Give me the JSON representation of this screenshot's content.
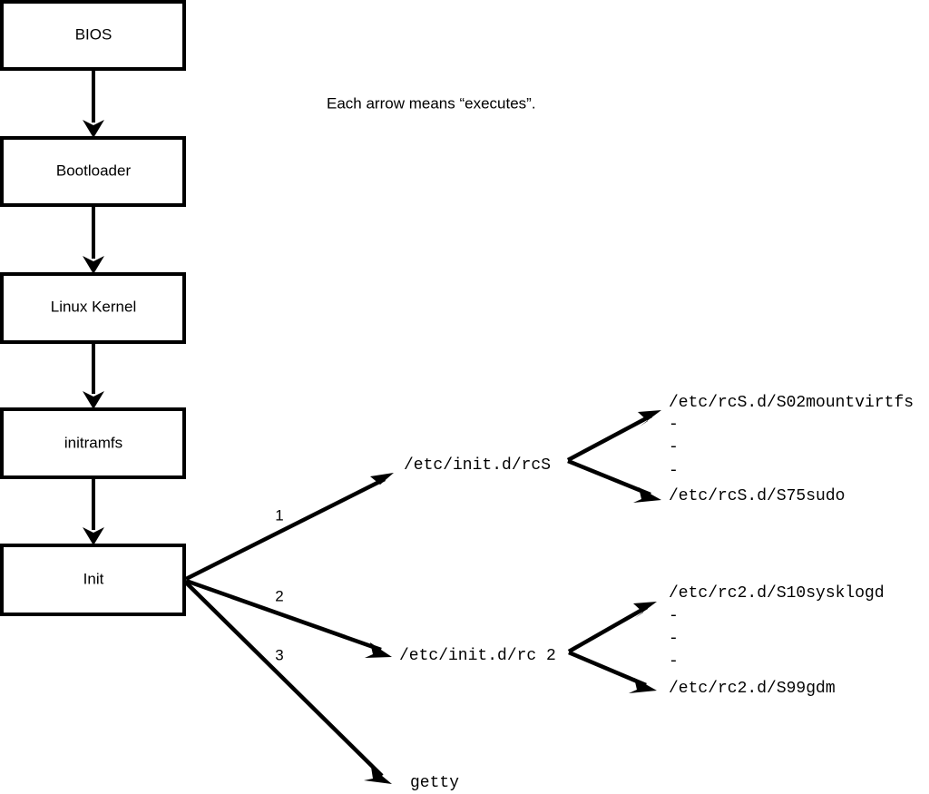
{
  "diagram": {
    "note": "Each arrow means “executes”.",
    "boxes": [
      {
        "id": "bios",
        "label": "BIOS"
      },
      {
        "id": "bootloader",
        "label": "Bootloader"
      },
      {
        "id": "linux-kernel",
        "label": "Linux Kernel"
      },
      {
        "id": "initramfs",
        "label": "initramfs"
      },
      {
        "id": "init",
        "label": "Init"
      }
    ],
    "init_edges": [
      {
        "number": "1",
        "target": "/etc/init.d/rcS"
      },
      {
        "number": "2",
        "target": "/etc/init.d/rc 2"
      },
      {
        "number": "3",
        "target": "getty"
      }
    ],
    "targets": {
      "rcs_script": "/etc/init.d/rcS",
      "rc2_script": "/etc/init.d/rc 2",
      "getty": "getty"
    },
    "rcs_children": {
      "first": "/etc/rcS.d/S02mountvirtfs",
      "last": "/etc/rcS.d/S75sudo",
      "ellipsis": [
        "-",
        "-",
        "-"
      ]
    },
    "rc2_children": {
      "first": "/etc/rc2.d/S10sysklogd",
      "last": "/etc/rc2.d/S99gdm",
      "ellipsis": [
        "-",
        "-",
        "-"
      ]
    },
    "colors": {
      "stroke": "#000000",
      "fill": "#ffffff",
      "background": "#ffffff"
    }
  }
}
